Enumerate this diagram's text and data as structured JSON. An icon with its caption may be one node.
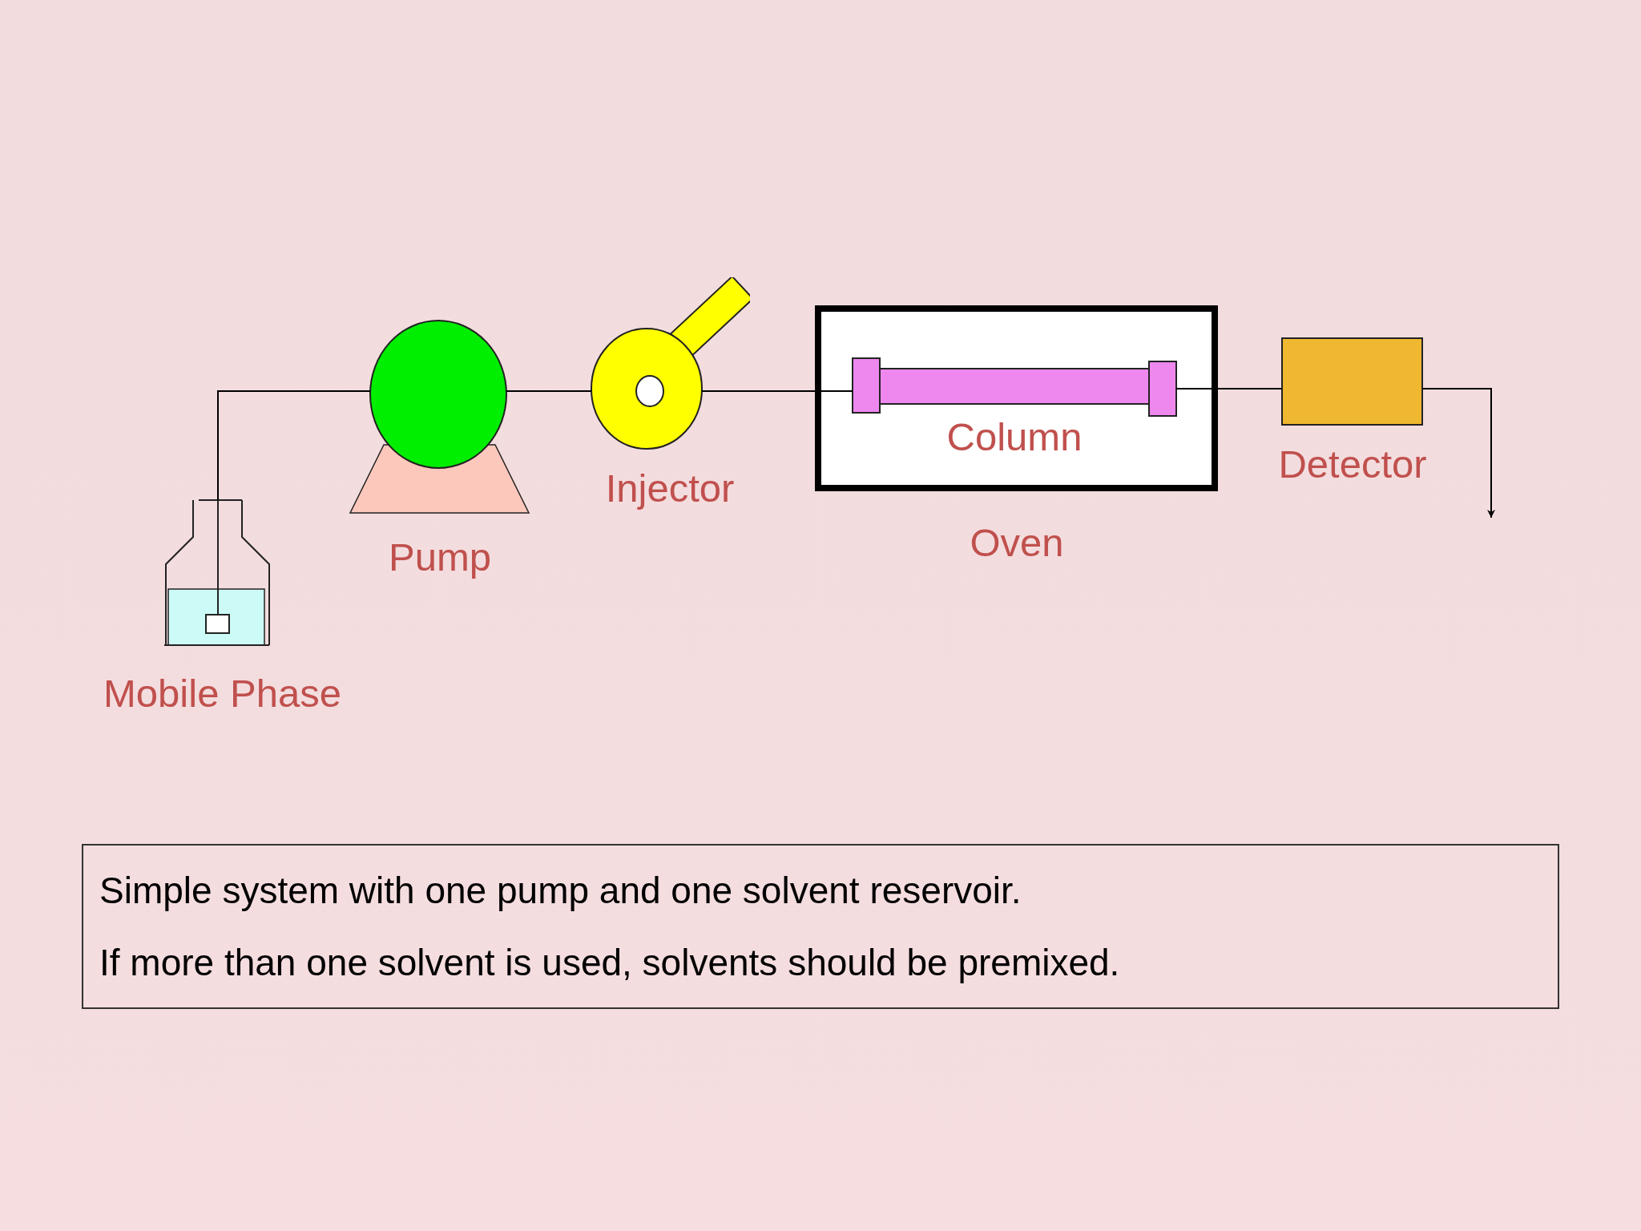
{
  "diagram": {
    "nodes": [
      {
        "text": [
          "Mobile Phase"
        ]
      },
      {
        "text": [
          "Pump"
        ]
      },
      {
        "text": [
          "Injector"
        ]
      },
      {
        "text": [
          "Oven"
        ]
      },
      {
        "text": [
          "Column"
        ],
        "in": 3
      },
      {
        "text": [
          "Detector"
        ]
      },
      {
        "text": [
          "Simple system with one pump and one solvent reservoir.",
          "If more than one solvent is used, solvents should be premixed."
        ]
      }
    ],
    "edges": [
      {
        "from": 0,
        "to": 1,
        "arrow": "none"
      },
      {
        "from": 1,
        "to": 2,
        "arrow": "none"
      },
      {
        "from": 2,
        "to": 4,
        "arrow": "none"
      },
      {
        "from": 4,
        "to": 5,
        "arrow": "none"
      },
      {
        "from": 5,
        "to": null,
        "arrow": "to"
      }
    ]
  }
}
